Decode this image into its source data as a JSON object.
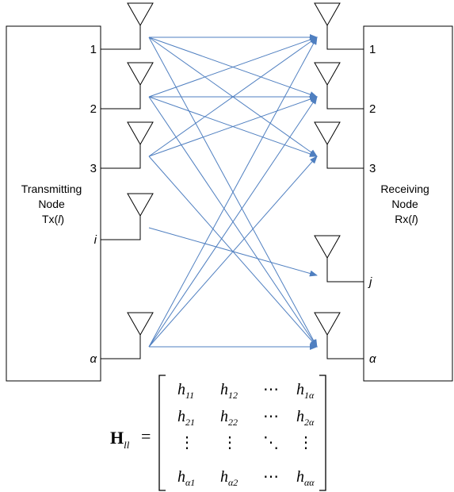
{
  "transmitter": {
    "title_lines": [
      "Transmitting",
      "Node"
    ],
    "id_prefix": "Tx(",
    "id_var": "l",
    "id_suffix": ")",
    "ports": [
      "1",
      "2",
      "3",
      "i",
      "α"
    ]
  },
  "receiver": {
    "title_lines": [
      "Receiving",
      "Node"
    ],
    "id_prefix": "Rx(",
    "id_var": "l",
    "id_suffix": ")",
    "ports": [
      "1",
      "2",
      "3",
      "j",
      "α"
    ]
  },
  "links": [
    {
      "from": 0,
      "to": 0
    },
    {
      "from": 0,
      "to": 1
    },
    {
      "from": 0,
      "to": 2
    },
    {
      "from": 0,
      "to": 4
    },
    {
      "from": 1,
      "to": 0
    },
    {
      "from": 1,
      "to": 1
    },
    {
      "from": 1,
      "to": 2
    },
    {
      "from": 1,
      "to": 4
    },
    {
      "from": 2,
      "to": 0
    },
    {
      "from": 2,
      "to": 1
    },
    {
      "from": 2,
      "to": 4
    },
    {
      "from": 3,
      "to": 3
    },
    {
      "from": 4,
      "to": 0
    },
    {
      "from": 4,
      "to": 1
    },
    {
      "from": 4,
      "to": 2
    },
    {
      "from": 4,
      "to": 4
    }
  ],
  "matrix": {
    "lhs_symbol": "H",
    "lhs_subscript": "ll",
    "equals": "=",
    "rows": [
      [
        {
          "base": "h",
          "sub": "11"
        },
        {
          "base": "h",
          "sub": "12"
        },
        {
          "base": "⋯",
          "sub": ""
        },
        {
          "base": "h",
          "sub": "1α"
        }
      ],
      [
        {
          "base": "h",
          "sub": "21"
        },
        {
          "base": "h",
          "sub": "22"
        },
        {
          "base": "⋯",
          "sub": ""
        },
        {
          "base": "h",
          "sub": "2α"
        }
      ],
      [
        {
          "base": "⋮",
          "sub": ""
        },
        {
          "base": "⋮",
          "sub": ""
        },
        {
          "base": "⋱",
          "sub": ""
        },
        {
          "base": "⋮",
          "sub": ""
        }
      ],
      [
        {
          "base": "h",
          "sub": "α1"
        },
        {
          "base": "h",
          "sub": "α2"
        },
        {
          "base": "⋯",
          "sub": ""
        },
        {
          "base": "h",
          "sub": "αα"
        }
      ]
    ]
  },
  "colors": {
    "arrow": "#4f7fc0",
    "outline": "#000000",
    "background": "#ffffff"
  }
}
